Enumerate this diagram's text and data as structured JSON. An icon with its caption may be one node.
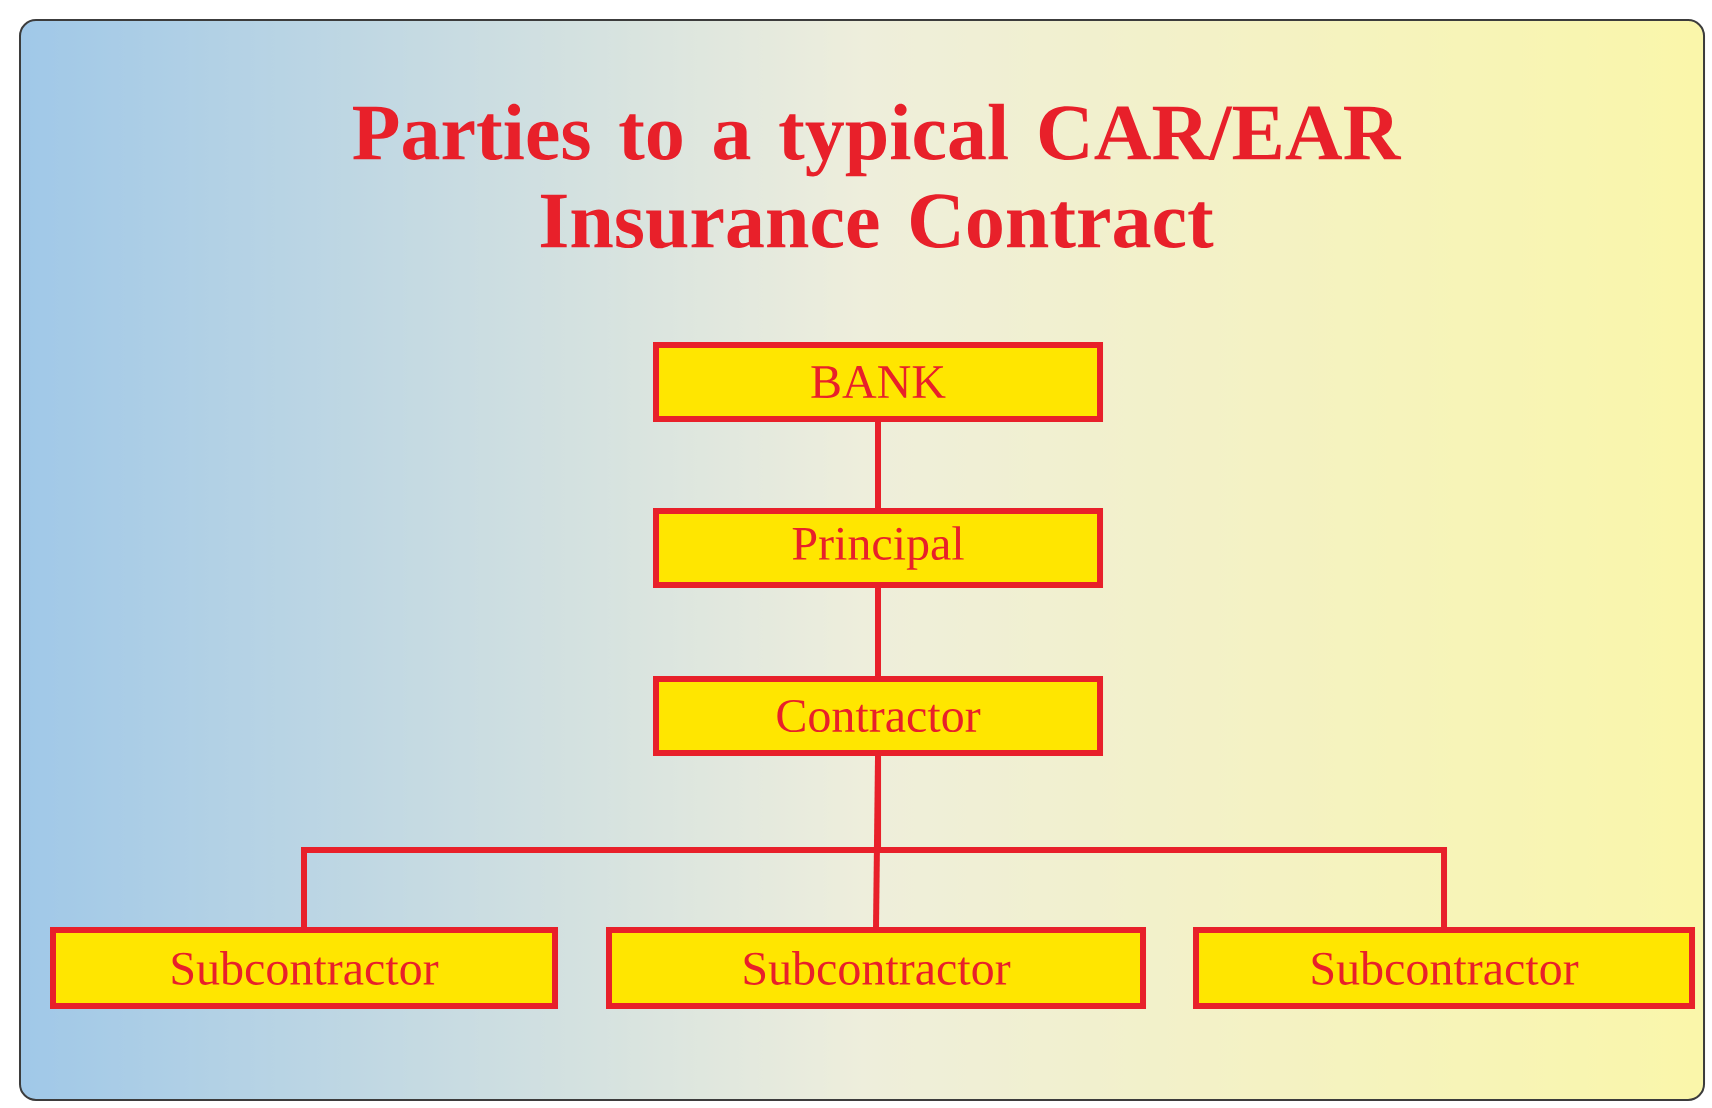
{
  "diagram": {
    "title": "Parties to a typical CAR/EAR Insurance Contract",
    "nodes": [
      {
        "text": [
          "BANK"
        ]
      },
      {
        "text": [
          "Principal"
        ]
      },
      {
        "text": [
          "Contractor"
        ]
      },
      {
        "text": [
          "Subcontractor"
        ]
      },
      {
        "text": [
          "Subcontractor"
        ]
      },
      {
        "text": [
          "Subcontractor"
        ]
      }
    ],
    "edges": [
      {
        "from": 0,
        "to": 1,
        "arrow": "none"
      },
      {
        "from": 1,
        "to": 2,
        "arrow": "none"
      },
      {
        "from": 2,
        "to": 3,
        "arrow": "none"
      },
      {
        "from": 2,
        "to": 4,
        "arrow": "none"
      },
      {
        "from": 2,
        "to": 5,
        "arrow": "none"
      }
    ]
  }
}
